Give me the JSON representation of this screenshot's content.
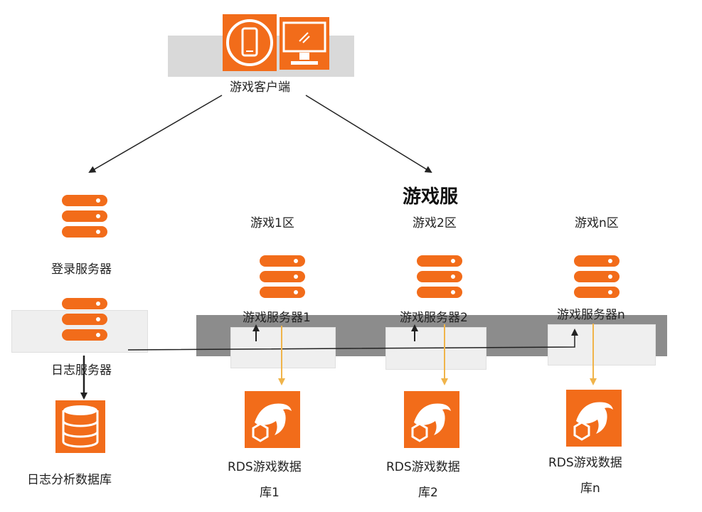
{
  "client": {
    "label": "游戏客户端"
  },
  "login_server": {
    "label": "登录服务器"
  },
  "log_server": {
    "label": "日志服务器"
  },
  "log_db": {
    "label": "日志分析数据库"
  },
  "game_service": {
    "title": "游戏服"
  },
  "zones": [
    {
      "zone_label": "游戏1区",
      "server_label": "游戏服务器1",
      "db_label_line1": "RDS游戏数据",
      "db_label_line2": "库1"
    },
    {
      "zone_label": "游戏2区",
      "server_label": "游戏服务器2",
      "db_label_line1": "RDS游戏数据",
      "db_label_line2": "库2"
    },
    {
      "zone_label": "游戏n区",
      "server_label": "游戏服务器n",
      "db_label_line1": "RDS游戏数据",
      "db_label_line2": "库n"
    }
  ],
  "colors": {
    "accent": "#f26c1a",
    "arrow_db": "#f0b44a",
    "line": "#222222"
  },
  "icons": [
    "mobile-phone-icon",
    "monitor-icon",
    "server-icon",
    "database-icon",
    "rds-dolphin-icon"
  ]
}
